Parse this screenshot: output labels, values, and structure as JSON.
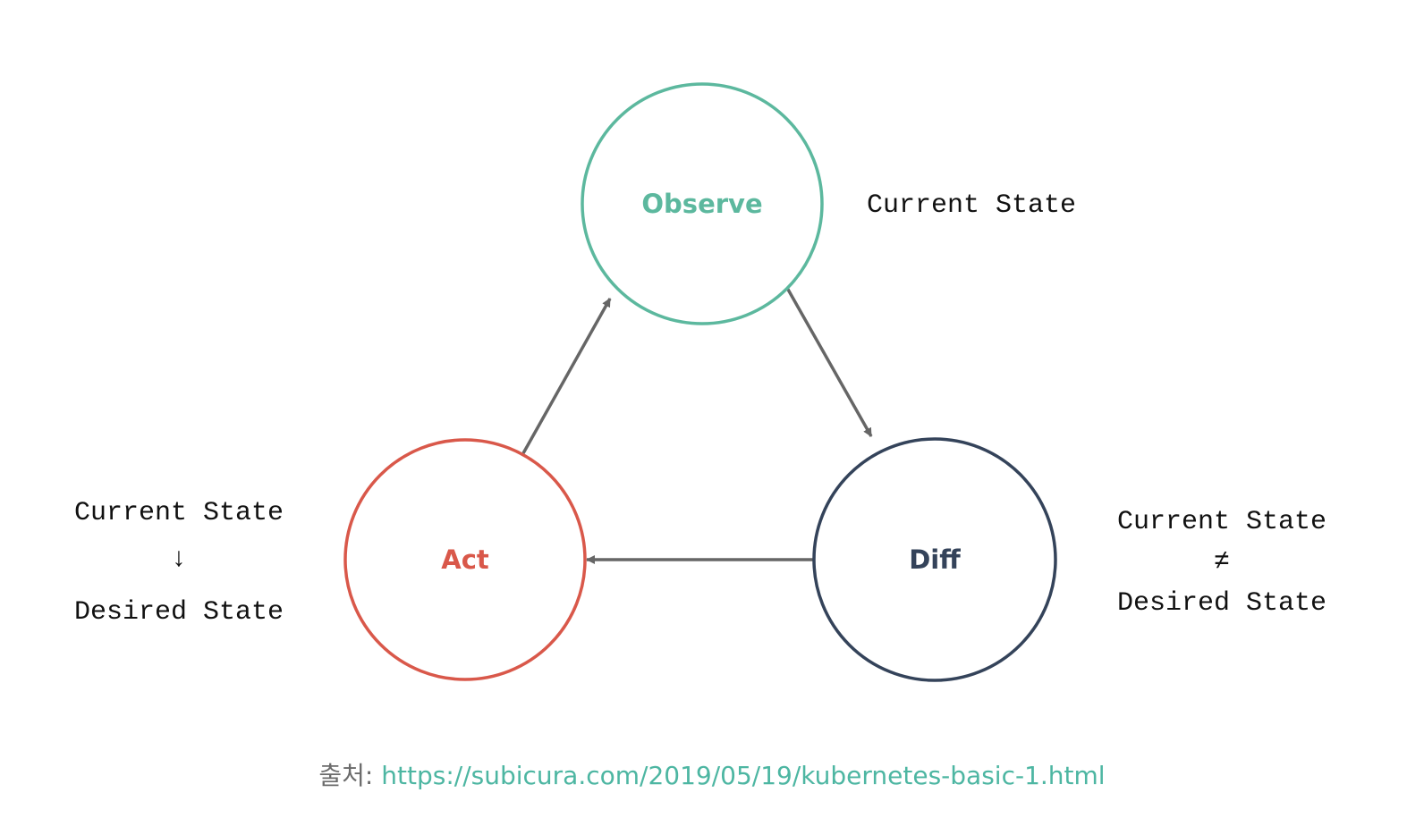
{
  "nodes": {
    "observe": {
      "label": "Observe",
      "color": "#5cb89e"
    },
    "diff": {
      "label": "Diff",
      "color": "#34435a"
    },
    "act": {
      "label": "Act",
      "color": "#d9584a"
    }
  },
  "edge_color": "#666666",
  "annotations": {
    "observe": {
      "line1": "Current State"
    },
    "diff": {
      "line1": "Current State",
      "symbol": "≠",
      "line2": "Desired State"
    },
    "act": {
      "line1": "Current State",
      "symbol": "↓",
      "line2": "Desired State"
    }
  },
  "caption": {
    "prefix": "출처:",
    "link": "https://subicura.com/2019/05/19/kubernetes-basic-1.html",
    "link_color": "#4db6a2"
  }
}
